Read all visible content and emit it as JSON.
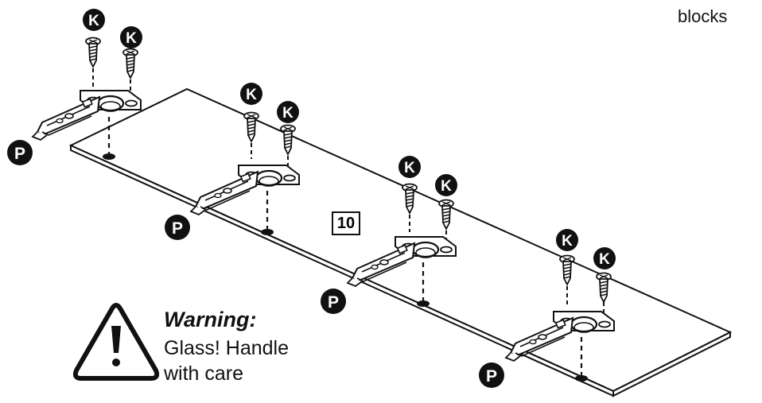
{
  "header": {
    "corner_text": "blocks"
  },
  "step": {
    "number": "10"
  },
  "warning": {
    "title": "Warning:",
    "lines": [
      "Glass! Handle",
      "with care"
    ],
    "icon": "warning-triangle-icon"
  },
  "labels": {
    "screw": "K",
    "hinge": "P"
  },
  "colors": {
    "ink": "#111111",
    "paper": "#ffffff"
  }
}
